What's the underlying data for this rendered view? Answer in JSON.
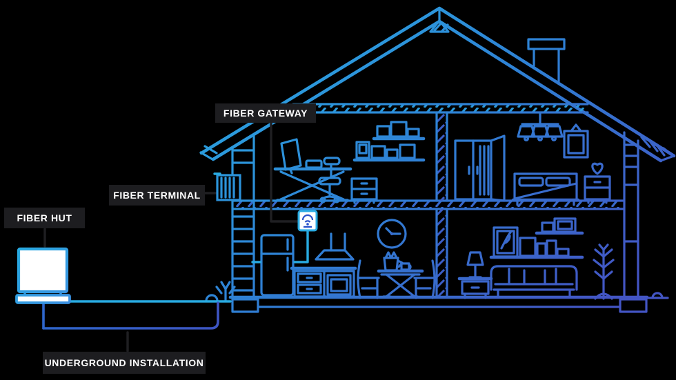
{
  "labels": {
    "fiber_hut": "FIBER HUT",
    "fiber_terminal": "FIBER TERMINAL",
    "fiber_gateway": "FIBER GATEWAY",
    "underground_installation": "UNDERGROUND INSTALLATION"
  },
  "device": {
    "icon": "wifi"
  },
  "colors": {
    "background": "#000000",
    "label_background": "#1d1d20",
    "label_text": "#ffffff",
    "line_cyan": "#29ABE2",
    "line_indigo": "#4355C4",
    "underground_blue": "#2E66CC",
    "connector_black": "#1f1f22",
    "wifi_icon_blue": "#2B53CB",
    "device_fill": "#ffffff"
  }
}
